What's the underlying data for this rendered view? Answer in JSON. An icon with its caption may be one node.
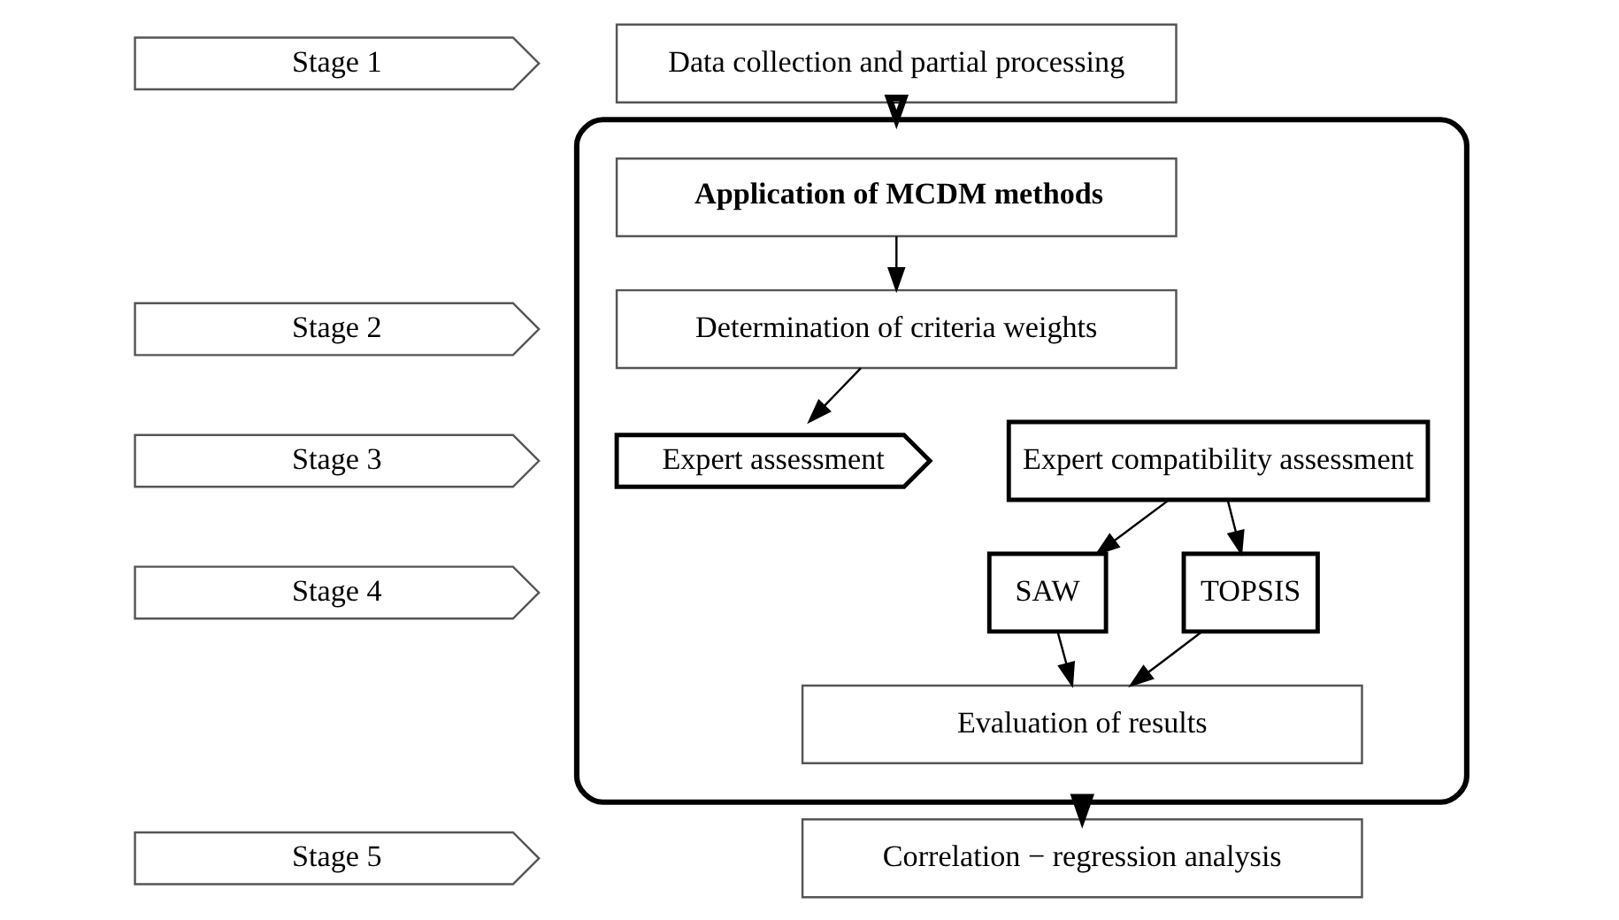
{
  "diagram": {
    "nodes": [
      {
        "text": [
          "Stage 1"
        ]
      },
      {
        "text": [
          "Data collection and partial processing"
        ]
      },
      {
        "text": [],
        "shape": "box"
      },
      {
        "text": [
          "Application of MCDM methods"
        ],
        "in": 2
      },
      {
        "text": [
          "Stage 2"
        ]
      },
      {
        "text": [
          "Determination of criteria weights"
        ],
        "in": 2
      },
      {
        "text": [
          "Stage 3"
        ]
      },
      {
        "text": [
          "Expert assessment"
        ],
        "in": 2
      },
      {
        "text": [
          "Expert compatibility assessment"
        ],
        "in": 2
      },
      {
        "text": [
          "Stage 4"
        ]
      },
      {
        "text": [
          "SAW"
        ],
        "in": 2
      },
      {
        "text": [
          "TOPSIS"
        ],
        "in": 2
      },
      {
        "text": [
          "Evaluation of results"
        ],
        "in": 2
      },
      {
        "text": [
          "Stage 5"
        ]
      },
      {
        "text": [
          "Correlation − regression analysis"
        ]
      }
    ],
    "edges": [
      {
        "from": 1,
        "to": 2,
        "arrow": "to",
        "style": "thick"
      },
      {
        "from": 3,
        "to": 5,
        "arrow": "to"
      },
      {
        "from": 5,
        "to": 7,
        "arrow": "to"
      },
      {
        "from": 8,
        "to": 10,
        "arrow": "to"
      },
      {
        "from": 8,
        "to": 11,
        "arrow": "to"
      },
      {
        "from": 10,
        "to": 12,
        "arrow": "to"
      },
      {
        "from": 11,
        "to": 12,
        "arrow": "to"
      },
      {
        "from": 2,
        "to": 14,
        "arrow": "to",
        "style": "thick"
      }
    ]
  }
}
